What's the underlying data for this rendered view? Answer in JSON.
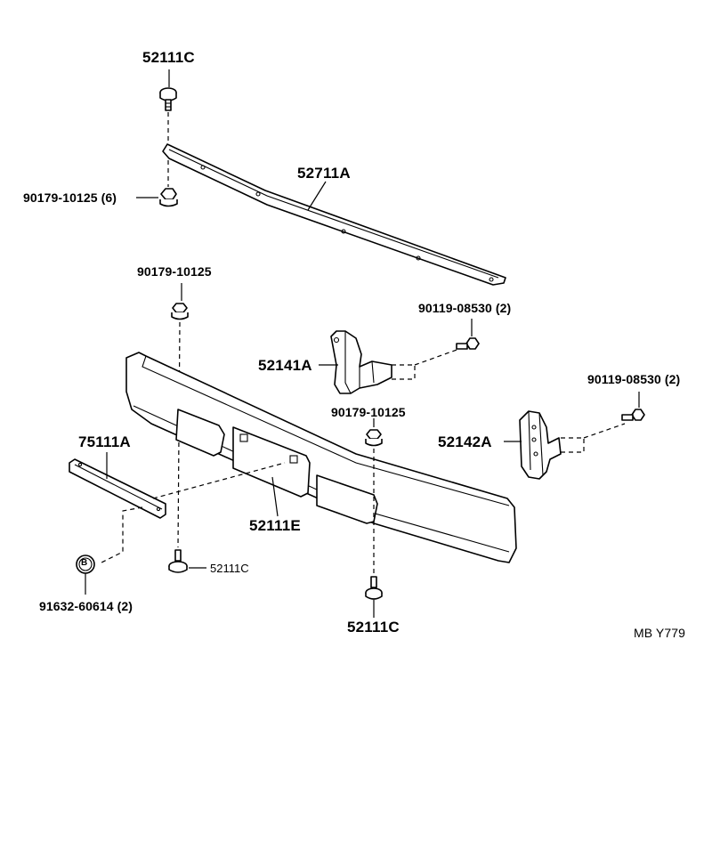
{
  "labels": {
    "clip_top": "52111C",
    "panel": "52711A",
    "nut_left_qty": "90179-10125 (6)",
    "nut_mid_left": "90179-10125",
    "bolt_right_1": "90119-08530 (2)",
    "bracket_left": "52141A",
    "bolt_right_2": "90119-08530 (2)",
    "nut_mid_right": "90179-10125",
    "bracket_right": "52142A",
    "reinforcement": "75111A",
    "bumper": "52111E",
    "clip_left": "52111C",
    "clip_bottom": "52111C",
    "rivet": "91632-60614 (2)",
    "figure_code": "MB Y779"
  },
  "rivet_mark": "B",
  "colors": {
    "line": "#000000",
    "background": "#ffffff"
  }
}
